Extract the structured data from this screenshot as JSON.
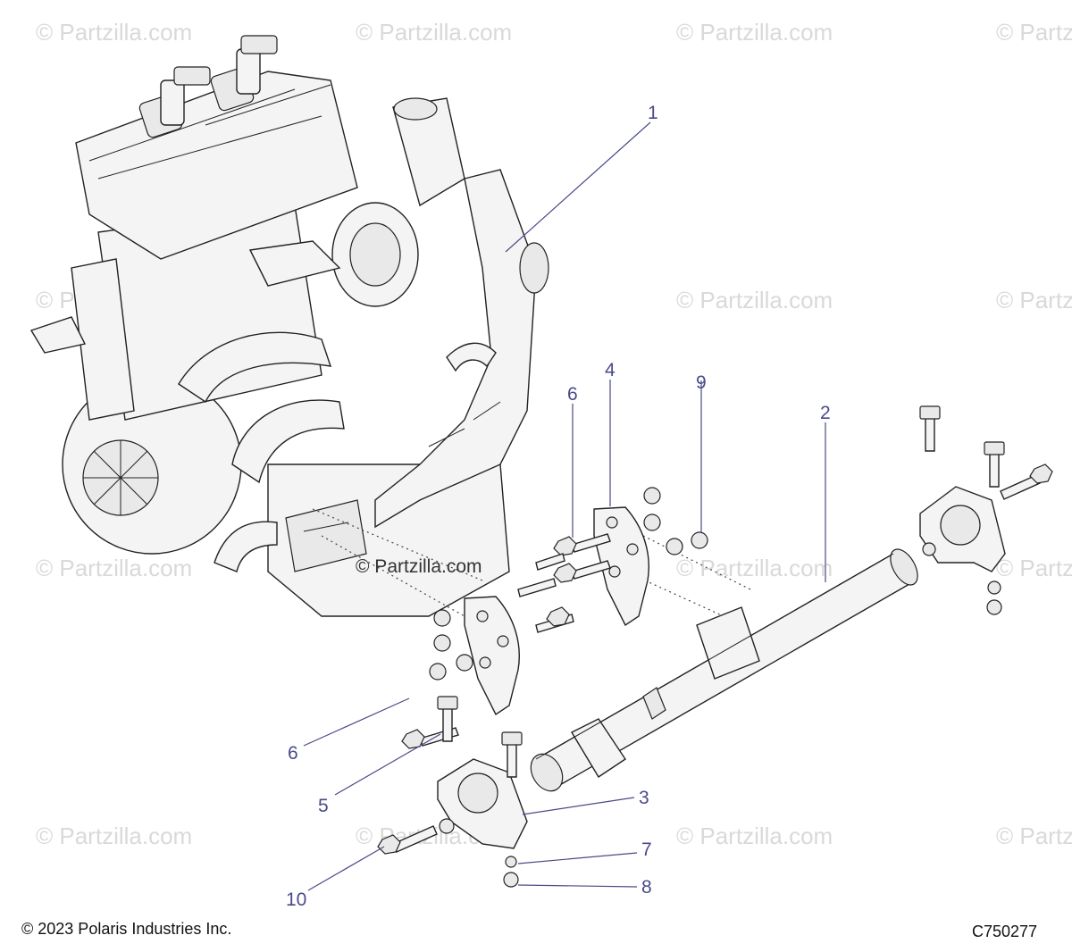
{
  "watermark": "© Partzilla.com",
  "center_watermark": "© Partzilla.com",
  "copyright": "© 2023 Polaris Industries Inc.",
  "diagram_code": "C750277",
  "callouts": {
    "c1": "1",
    "c2": "2",
    "c3": "3",
    "c4": "4",
    "c5": "5",
    "c6a": "6",
    "c6b": "6",
    "c7": "7",
    "c8": "8",
    "c9": "9",
    "c10": "10"
  },
  "colors": {
    "callout": "#4a4a8a",
    "watermark": "#d9d9d9",
    "line_art": "#222222"
  }
}
